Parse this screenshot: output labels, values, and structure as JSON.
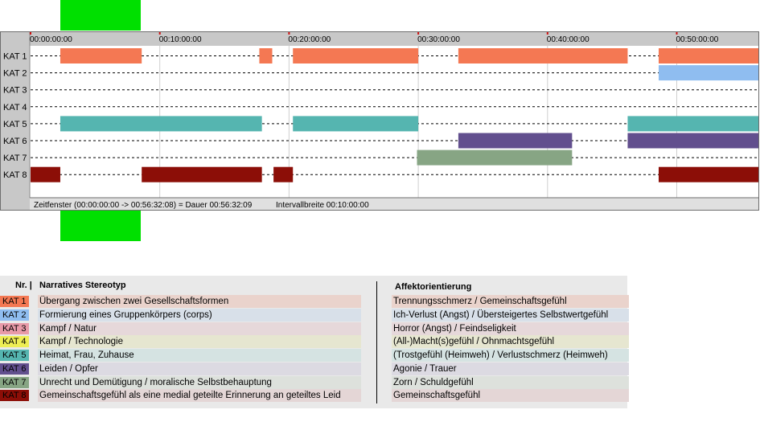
{
  "chart_data": {
    "type": "timeline",
    "time_axis": {
      "ticks": [
        "00:00:00:00",
        "00:10:00:00",
        "00:20:00:00",
        "00:30:00:00",
        "00:40:00:00",
        "00:50:00:00"
      ],
      "min_minutes": 0,
      "max_minutes": 56.54
    },
    "categories": [
      "KAT 1",
      "KAT 2",
      "KAT 3",
      "KAT 4",
      "KAT 5",
      "KAT 6",
      "KAT 7",
      "KAT 8"
    ],
    "segments": [
      {
        "category": "KAT 1",
        "start": 2.3,
        "end": 8.6
      },
      {
        "category": "KAT 1",
        "start": 17.7,
        "end": 18.7
      },
      {
        "category": "KAT 1",
        "start": 20.3,
        "end": 30.0
      },
      {
        "category": "KAT 1",
        "start": 33.1,
        "end": 46.2
      },
      {
        "category": "KAT 1",
        "start": 48.6,
        "end": 56.54
      },
      {
        "category": "KAT 2",
        "start": 48.6,
        "end": 56.54
      },
      {
        "category": "KAT 5",
        "start": 2.3,
        "end": 17.9
      },
      {
        "category": "KAT 5",
        "start": 20.3,
        "end": 30.0
      },
      {
        "category": "KAT 5",
        "start": 46.2,
        "end": 56.54
      },
      {
        "category": "KAT 6",
        "start": 33.1,
        "end": 41.9
      },
      {
        "category": "KAT 6",
        "start": 46.2,
        "end": 56.54
      },
      {
        "category": "KAT 7",
        "start": 29.9,
        "end": 41.9
      },
      {
        "category": "KAT 8",
        "start": 0.0,
        "end": 2.3
      },
      {
        "category": "KAT 8",
        "start": 8.6,
        "end": 17.9
      },
      {
        "category": "KAT 8",
        "start": 18.8,
        "end": 20.3
      },
      {
        "category": "KAT 8",
        "start": 48.6,
        "end": 56.54
      }
    ],
    "colors": {
      "KAT 1": "#f47853",
      "KAT 2": "#8fbdf0",
      "KAT 3": "#e89aa8",
      "KAT 4": "#eeee55",
      "KAT 5": "#55b5b0",
      "KAT 6": "#624f8e",
      "KAT 7": "#87a584",
      "KAT 8": "#8c0e07"
    },
    "status_bar": {
      "window": "Zeitfenster (00:00:00:00 -> 00:56:32:08) = Dauer 00:56:32:09",
      "interval": "Intervallbreite 00:10:00:00"
    }
  },
  "legend": {
    "header_nr": "Nr. |",
    "header_stereotyp": "Narratives Stereotyp",
    "header_affekt": "Affektorientierung",
    "rows": [
      {
        "id": "KAT 1",
        "stereotyp": "Übergang zwischen zwei Gesellschaftsformen",
        "affekt": "Trennungsschmerz / Gemeinschaftsgefühl",
        "badge_color": "#f47853",
        "bg_color": "#ead3cc"
      },
      {
        "id": "KAT 2",
        "stereotyp": "Formierung eines Gruppenkörpers (corps)",
        "affekt": "Ich-Verlust (Angst) / Übersteigertes Selbstwertgefühl",
        "badge_color": "#8fbdf0",
        "bg_color": "#d8e0e9"
      },
      {
        "id": "KAT 3",
        "stereotyp": "Kampf / Natur",
        "affekt": "Horror (Angst) / Feindseligkeit",
        "badge_color": "#e89aa8",
        "bg_color": "#e6d8da"
      },
      {
        "id": "KAT 4",
        "stereotyp": "Kampf / Technologie",
        "affekt": "(All-)Macht(s)gefühl / Ohnmachtsgefühl",
        "badge_color": "#eeee55",
        "bg_color": "#e6e6d0"
      },
      {
        "id": "KAT 5",
        "stereotyp": "Heimat, Frau, Zuhause",
        "affekt": "(Trostgefühl (Heimweh) / Verlustschmerz (Heimweh)",
        "badge_color": "#55b5b0",
        "bg_color": "#d5e3e2"
      },
      {
        "id": "KAT 6",
        "stereotyp": "Leiden / Opfer",
        "affekt": "Agonie / Trauer",
        "badge_color": "#624f8e",
        "bg_color": "#dcdae2"
      },
      {
        "id": "KAT 7",
        "stereotyp": "Unrecht und Demütigung / moralische Selbstbehauptung",
        "affekt": "Zorn / Schuldgefühl",
        "badge_color": "#87a584",
        "bg_color": "#dde1dc"
      },
      {
        "id": "KAT 8",
        "stereotyp": "Gemeinschaftsgefühl als eine medial geteilte Erinnerung an geteiltes Leid",
        "affekt": "Gemeinschaftsgefühl",
        "badge_color": "#8c0e07",
        "bg_color": "#e4d6d6"
      }
    ]
  }
}
